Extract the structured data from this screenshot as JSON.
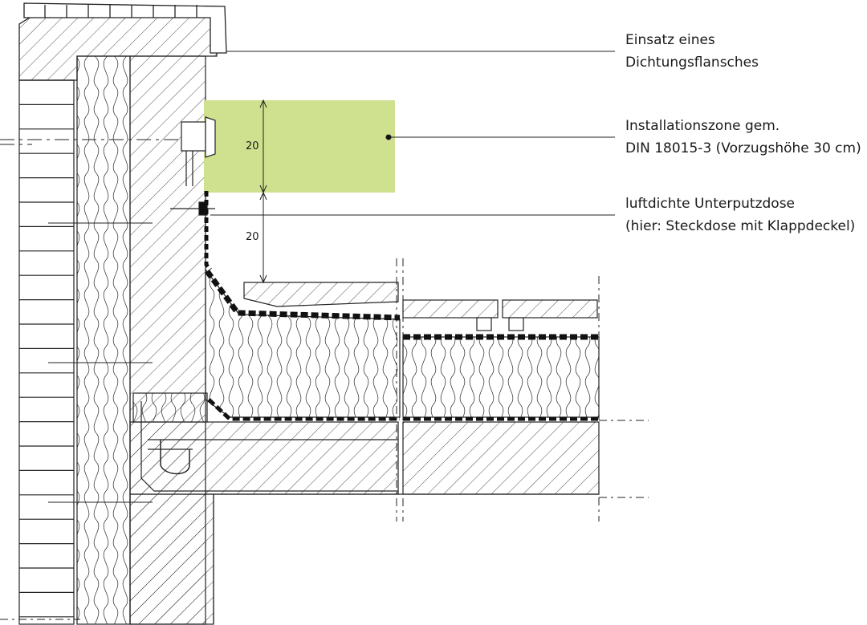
{
  "callouts": {
    "flange": {
      "line1": "Einsatz eines",
      "line2": "Dichtungsflansches"
    },
    "zone": {
      "line1": "Installationszone gem.",
      "line2": "DIN 18015-3 (Vorzugshöhe 30 cm)"
    },
    "socket": {
      "line1": "luftdichte Unterputzdose",
      "line2": "(hier: Steckdose mit Klappdeckel)"
    }
  },
  "dimensions": {
    "upper": "20",
    "lower": "20"
  },
  "colors": {
    "zone_fill": "#cfe08e",
    "line": "#1a1a1a"
  }
}
